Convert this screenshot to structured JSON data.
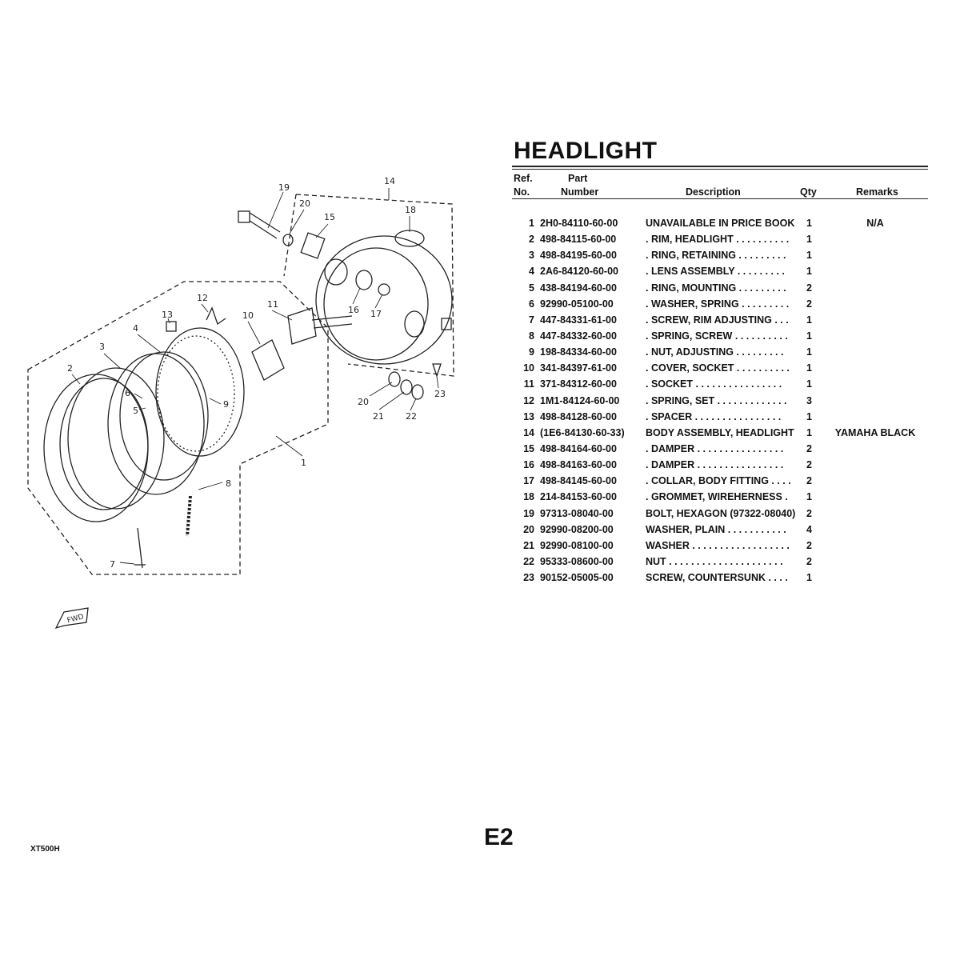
{
  "title": "HEADLIGHT",
  "headers": {
    "ref_line1": "Ref.",
    "ref_line2": "No.",
    "part_line1": "Part",
    "part_line2": "Number",
    "description": "Description",
    "qty": "Qty",
    "remarks": "Remarks"
  },
  "rows": [
    {
      "ref": "1",
      "part": "2H0-84110-60-00",
      "desc": "UNAVAILABLE IN PRICE BOOK",
      "qty": "1",
      "remarks": "N/A"
    },
    {
      "ref": "2",
      "part": "498-84115-60-00",
      "desc": ". RIM, HEADLIGHT  . . . . . . . . . .",
      "qty": "1",
      "remarks": ""
    },
    {
      "ref": "3",
      "part": "498-84195-60-00",
      "desc": ". RING, RETAINING   . . . . . . . . .",
      "qty": "1",
      "remarks": ""
    },
    {
      "ref": "4",
      "part": "2A6-84120-60-00",
      "desc": ". LENS ASSEMBLY   . . . . . . . . .",
      "qty": "1",
      "remarks": ""
    },
    {
      "ref": "5",
      "part": "438-84194-60-00",
      "desc": ". RING, MOUNTING   . . . . . . . . .",
      "qty": "2",
      "remarks": ""
    },
    {
      "ref": "6",
      "part": "92990-05100-00",
      "desc": ". WASHER, SPRING . . . . . . . . .",
      "qty": "2",
      "remarks": ""
    },
    {
      "ref": "7",
      "part": "447-84331-61-00",
      "desc": ". SCREW, RIM ADJUSTING   . . .",
      "qty": "1",
      "remarks": ""
    },
    {
      "ref": "8",
      "part": "447-84332-60-00",
      "desc": ". SPRING, SCREW  . . . . . . . . . .",
      "qty": "1",
      "remarks": ""
    },
    {
      "ref": "9",
      "part": "198-84334-60-00",
      "desc": ". NUT, ADJUSTING   . . . . . . . . .",
      "qty": "1",
      "remarks": ""
    },
    {
      "ref": "10",
      "part": "341-84397-61-00",
      "desc": ". COVER, SOCKET . . . . . . . . . .",
      "qty": "1",
      "remarks": ""
    },
    {
      "ref": "11",
      "part": "371-84312-60-00",
      "desc": ". SOCKET   . . . . . . . . . . . . . . . .",
      "qty": "1",
      "remarks": ""
    },
    {
      "ref": "12",
      "part": "1M1-84124-60-00",
      "desc": ". SPRING, SET  . . . . . . . . . . . . .",
      "qty": "3",
      "remarks": ""
    },
    {
      "ref": "13",
      "part": "498-84128-60-00",
      "desc": ". SPACER   . . . . . . . . . . . . . . . .",
      "qty": "1",
      "remarks": ""
    },
    {
      "ref": "14",
      "part": "(1E6-84130-60-33)",
      "desc": "BODY ASSEMBLY, HEADLIGHT",
      "qty": "1",
      "remarks": "YAMAHA BLACK"
    },
    {
      "ref": "15",
      "part": "498-84164-60-00",
      "desc": ". DAMPER   . . . . . . . . . . . . . . . .",
      "qty": "2",
      "remarks": ""
    },
    {
      "ref": "16",
      "part": "498-84163-60-00",
      "desc": ". DAMPER   . . . . . . . . . . . . . . . .",
      "qty": "2",
      "remarks": ""
    },
    {
      "ref": "17",
      "part": "498-84145-60-00",
      "desc": ". COLLAR, BODY FITTING  . . . .",
      "qty": "2",
      "remarks": ""
    },
    {
      "ref": "18",
      "part": "214-84153-60-00",
      "desc": ". GROMMET, WIREHERNESS   .",
      "qty": "1",
      "remarks": ""
    },
    {
      "ref": "19",
      "part": "97313-08040-00",
      "desc": "BOLT, HEXAGON (97322-08040)",
      "qty": "2",
      "remarks": ""
    },
    {
      "ref": "20",
      "part": "92990-08200-00",
      "desc": "WASHER, PLAIN  . . . . . . . . . . .",
      "qty": "4",
      "remarks": ""
    },
    {
      "ref": "21",
      "part": "92990-08100-00",
      "desc": "WASHER  . . . . . . . . . . . . . . . . . .",
      "qty": "2",
      "remarks": ""
    },
    {
      "ref": "22",
      "part": "95333-08600-00",
      "desc": "NUT  . . . . . . . . . . . . . . . . . . . . .",
      "qty": "2",
      "remarks": ""
    },
    {
      "ref": "23",
      "part": "90152-05005-00",
      "desc": "SCREW, COUNTERSUNK   . . . .",
      "qty": "1",
      "remarks": ""
    }
  ],
  "diagram": {
    "callouts": [
      "19",
      "14",
      "20",
      "15",
      "18",
      "12",
      "13",
      "11",
      "10",
      "4",
      "3",
      "2",
      "16",
      "17",
      "6",
      "5",
      "9",
      "8",
      "7",
      "1",
      "20",
      "21",
      "22",
      "23"
    ],
    "fwd_label": "FWD"
  },
  "footer": {
    "model": "XT500H",
    "page": "E2"
  }
}
